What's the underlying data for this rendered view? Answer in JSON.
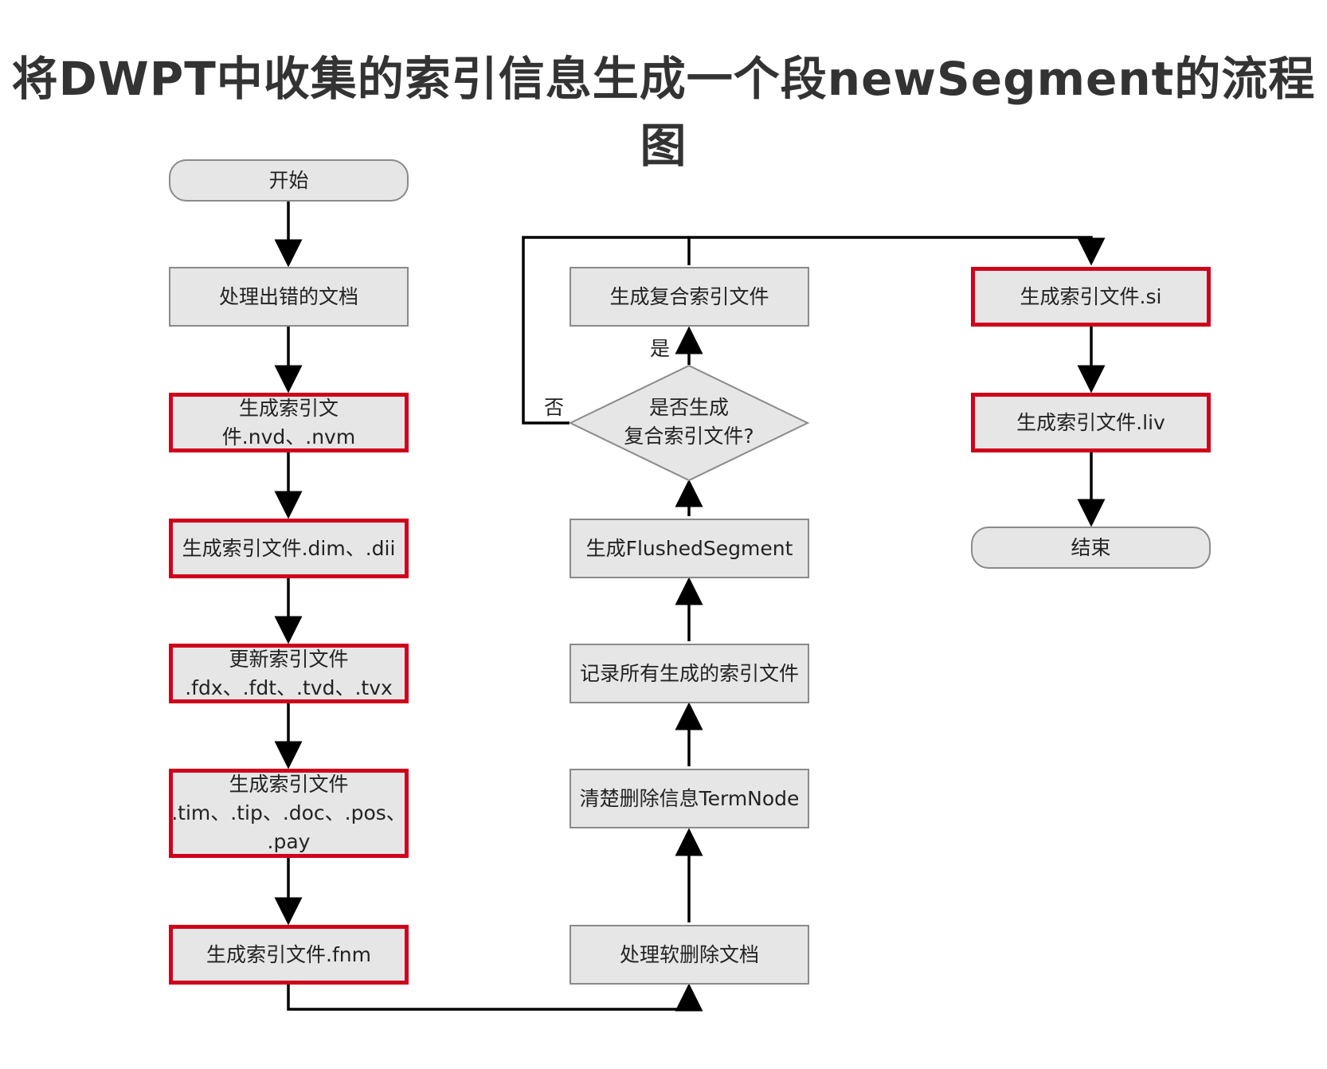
{
  "title": "将DWPT中收集的索引信息生成一个段newSegment的流程图",
  "nodes": {
    "start": "开始",
    "handle_error_docs": "处理出错的文档",
    "gen_nvd_nvm": "生成索引文件.nvd、.nvm",
    "gen_dim_dii": "生成索引文件.dim、.dii",
    "update_fdx": "更新索引文件\n.fdx、.fdt、.tvd、.tvx",
    "gen_tim": "生成索引文件\n.tim、.tip、.doc、.pos、\n.pay",
    "gen_fnm": "生成索引文件.fnm",
    "handle_soft_delete": "处理软删除文档",
    "clear_delete_info": "清楚删除信息TermNode",
    "record_files": "记录所有生成的索引文件",
    "gen_flushed_segment": "生成FlushedSegment",
    "decision": "是否生成\n复合索引文件?",
    "gen_compound": "生成复合索引文件",
    "gen_si": "生成索引文件.si",
    "gen_liv": "生成索引文件.liv",
    "end": "结束"
  },
  "labels": {
    "yes": "是",
    "no": "否"
  },
  "colors": {
    "node_fill": "#e6e6e6",
    "node_border": "#8a8a8a",
    "highlight_border": "#d0021b",
    "arrow": "#000000"
  }
}
